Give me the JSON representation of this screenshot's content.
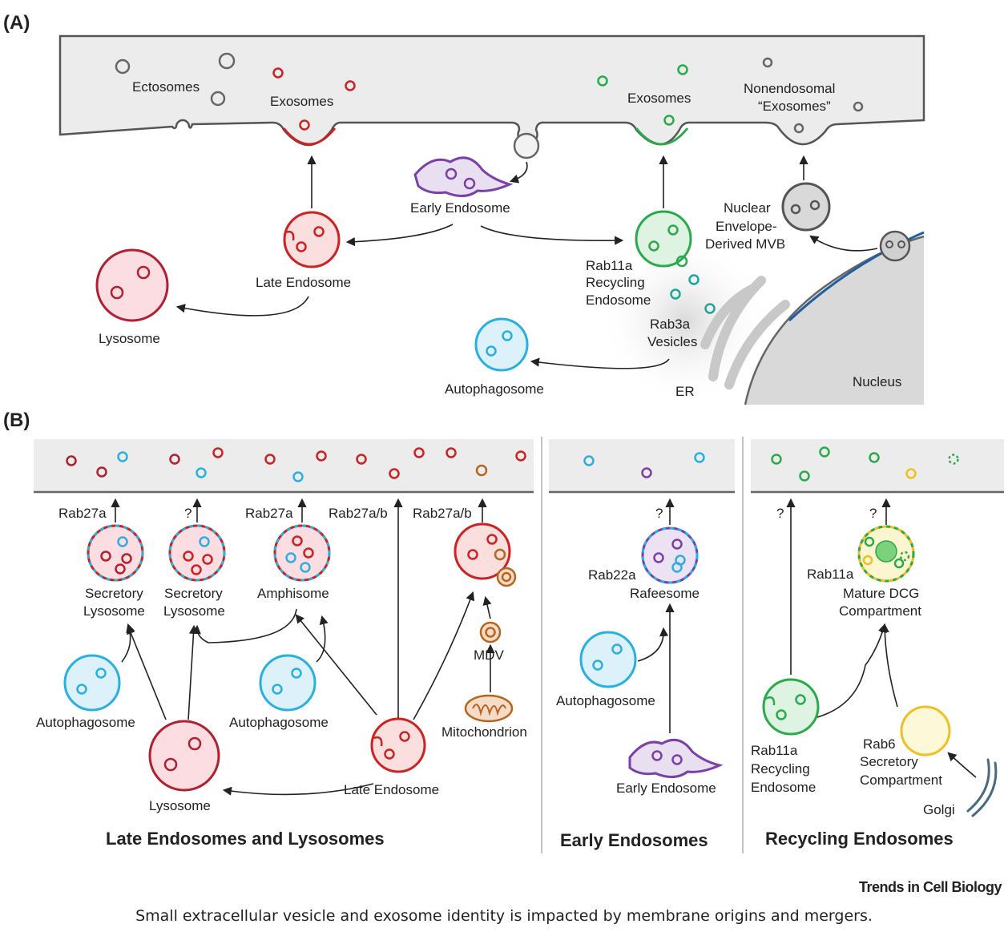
{
  "panel_a": {
    "letter": "(A)",
    "ectosomes": "Ectosomes",
    "exosomes_red": "Exosomes",
    "exosomes_green": "Exosomes",
    "nonendosomal_1": "Nonendosomal",
    "nonendosomal_2": "“Exosomes”",
    "early_endosome": "Early Endosome",
    "late_endosome": "Late Endosome",
    "lysosome": "Lysosome",
    "rab11a_1": "Rab11a",
    "rab11a_2": "Recycling",
    "rab11a_3": "Endosome",
    "rab3a_1": "Rab3a",
    "rab3a_2": "Vesicles",
    "autophagosome": "Autophagosome",
    "er": "ER",
    "nucleus": "Nucleus",
    "nuclear_1": "Nuclear",
    "nuclear_2": "Envelope-",
    "nuclear_3": "Derived MVB"
  },
  "panel_b": {
    "letter": "(B)",
    "rab27a_1": "Rab27a",
    "q_1": "?",
    "rab27a_2": "Rab27a",
    "rab27ab_1": "Rab27a/b",
    "rab27ab_2": "Rab27a/b",
    "secretory_1a": "Secretory",
    "secretory_1b": "Lysosome",
    "secretory_2a": "Secretory",
    "secretory_2b": "Lysosome",
    "amphisome": "Amphisome",
    "autophagosome_1": "Autophagosome",
    "autophagosome_2": "Autophagosome",
    "lysosome": "Lysosome",
    "late_endosome": "Late Endosome",
    "mdv": "MDV",
    "mitochondrion": "Mitochondrion",
    "q_2": "?",
    "rab22a": "Rab22a",
    "rafeesome": "Rafeesome",
    "autophagosome_3": "Autophagosome",
    "early_endosome": "Early Endosome",
    "q_3": "?",
    "q_4": "?",
    "rab11a_label": "Rab11a",
    "mature_dcg_1": "Mature DCG",
    "mature_dcg_2": "Compartment",
    "rab11a_re_1": "Rab11a",
    "rab11a_re_2": "Recycling",
    "rab11a_re_3": "Endosome",
    "rab6_1": "Rab6",
    "rab6_2": "Secretory",
    "rab6_3": "Compartment",
    "golgi": "Golgi",
    "heading_late": "Late Endosomes and Lysosomes",
    "heading_early": "Early Endosomes",
    "heading_recycling": "Recycling Endosomes"
  },
  "brand": "Trends in Cell Biology",
  "caption": "Small extracellular vesicle and exosome identity is impacted by membrane origins and mergers.",
  "colors": {
    "late_red": "#cc2222",
    "lysosome_red": "#b02030",
    "early_purple": "#7a3fa8",
    "recycling_green": "#2aaa4a",
    "autophagosome_blue": "#2ab0e0",
    "rab3a_teal": "#1aa69a",
    "mito_brown": "#b5651d",
    "dcg_yellow": "#f0c020",
    "gray": "#666666"
  }
}
